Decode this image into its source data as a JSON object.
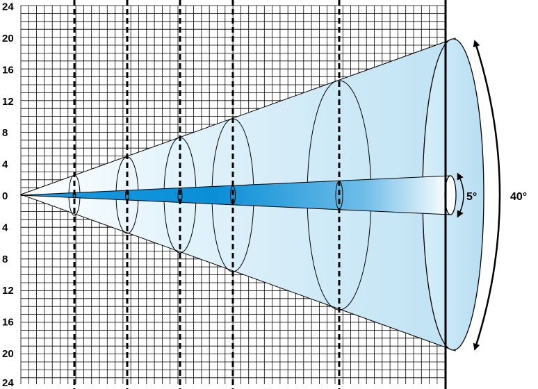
{
  "diagram": {
    "y_ticks_top": [
      "24",
      "20",
      "16",
      "12",
      "8",
      "4",
      "0"
    ],
    "y_ticks_bottom": [
      "4",
      "8",
      "12",
      "16",
      "20",
      "24"
    ],
    "beams": [
      {
        "angle_label": "5°",
        "angle_deg": 5
      },
      {
        "angle_label": "40°",
        "angle_deg": 40
      }
    ],
    "dashed_marker_count": 5,
    "colors": {
      "grid": "#000000",
      "wide_beam_light": "#e6f4fb",
      "wide_beam_dark": "#bfe2f4",
      "narrow_beam_deep": "#0a8ed6",
      "narrow_beam_pale": "#ffffff",
      "outline": "#000000"
    }
  }
}
